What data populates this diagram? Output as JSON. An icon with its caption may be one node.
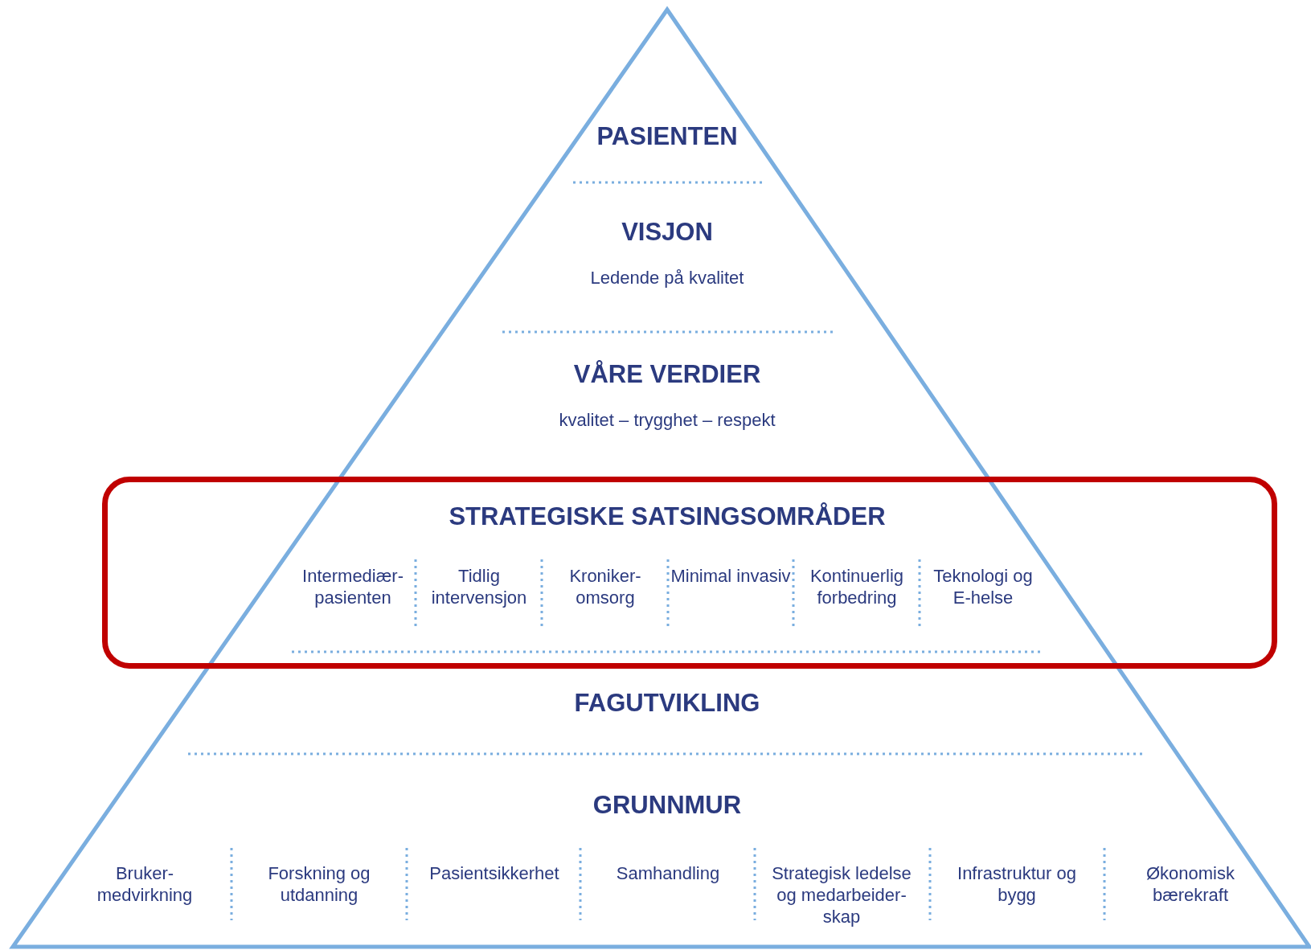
{
  "diagram": {
    "nodes": [
      {
        "text": [
          "PASIENTEN"
        ]
      },
      {
        "text": [
          "VISJON",
          "Ledende på kvalitet"
        ]
      },
      {
        "text": [
          "VÅRE VERDIER",
          "kvalitet – trygghet – respekt"
        ]
      },
      {
        "text": [
          "STRATEGISKE SATSINGSOMRÅDER",
          "Intermediær- pasienten",
          "Tidlig intervensjon",
          "Kroniker- omsorg",
          "Minimal invasiv",
          "Kontinuerlig forbedring",
          "Teknologi og E-helse"
        ]
      },
      {
        "text": [
          "FAGUTVIKLING"
        ]
      },
      {
        "text": [
          "GRUNNMUR",
          "Bruker- medvirkning",
          "Forskning og utdanning",
          "Pasientsikkerhet",
          "Samhandling",
          "Strategisk ledelse og medarbeider- skap",
          "Infrastruktur og bygg",
          "Økonomisk bærekraft"
        ]
      }
    ]
  }
}
